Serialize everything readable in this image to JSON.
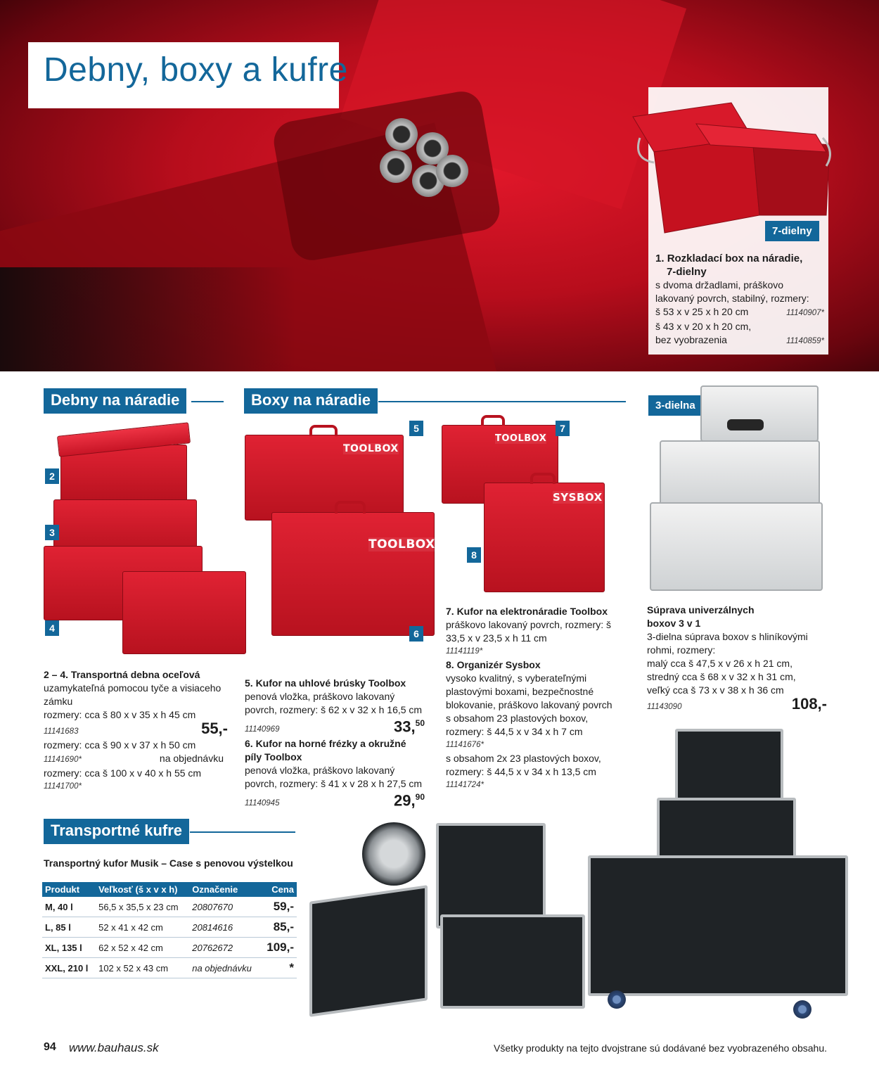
{
  "header": {
    "title": "Debny, boxy a kufre"
  },
  "item1": {
    "badge": "7-dielny",
    "number": "1.",
    "name_line1": "Rozkladací box na náradie,",
    "name_line2": "7-dielny",
    "desc": "s dvoma držadlami, práškovo lakovaný povrch, stabilný, rozmery:",
    "variants": [
      {
        "dims": "š 53 x v 25 x h 20 cm",
        "code": "11140907*"
      },
      {
        "dims": "š 43 x v 20 x h 20 cm,",
        "dims2": "bez vyobrazenia",
        "code": "11140859*"
      }
    ]
  },
  "sections": {
    "debny": "Debny na náradie",
    "boxy": "Boxy na náradie",
    "kufre": "Transportné kufre"
  },
  "tags": {
    "n2": "2",
    "n3": "3",
    "n4": "4",
    "n5": "5",
    "n6": "6",
    "n7": "7",
    "n8": "8",
    "dielna3": "3-dielna"
  },
  "box_labels": {
    "toolbox": "TOOLBOX",
    "sysbox": "SYSBOX"
  },
  "debna": {
    "title": "2 – 4. Transportná debna oceľová",
    "desc": "uzamykateľná pomocou tyče a visiaceho zámku",
    "rows": [
      {
        "dims": "rozmery: cca š 80 x v 35 x h 45 cm",
        "code": "11141683",
        "price": "55,-"
      },
      {
        "dims": "rozmery: cca š 90 x v 37 x h 50 cm",
        "code": "11141690*",
        "note": "na objednávku"
      },
      {
        "dims": "rozmery: cca š 100 x v 40 x h 55 cm",
        "code": "11141700*"
      }
    ]
  },
  "item5": {
    "title": "5. Kufor na uhlové brúsky Toolbox",
    "desc": "penová vložka, práškovo lakovaný povrch, rozmery: š 62 x v 32 x h 16,5 cm",
    "code": "11140969",
    "price_main": "33,",
    "price_cents": "50"
  },
  "item6": {
    "title": "6. Kufor na horné frézky a okružné píly Toolbox",
    "desc": "penová vložka, práškovo lakovaný povrch, rozmery: š 41 x v 28 x h 27,5 cm",
    "code": "11140945",
    "price_main": "29,",
    "price_cents": "90"
  },
  "item7": {
    "title": "7. Kufor na elektronáradie Toolbox",
    "desc": "práškovo lakovaný povrch, rozmery: š 33,5 x v 23,5 x h 11 cm",
    "code": "11141119*"
  },
  "item8": {
    "title": "8. Organizér Sysbox",
    "desc": "vysoko kvalitný, s vyberateľnými plastovými boxami, bezpečnostné blokovanie, práškovo lakovaný povrch",
    "v1_desc": "s obsahom 23 plastových boxov, rozmery: š 44,5 x v 34 x h 7 cm",
    "v1_code": "11141676*",
    "v2_desc": "s obsahom 2x 23 plastových boxov, rozmery: š 44,5 x v 34 x h 13,5 cm",
    "v2_code": "11141724*"
  },
  "suprava": {
    "title_line1": "Súprava univerzálnych",
    "title_line2": "boxov 3 v 1",
    "desc": "3-dielna súprava boxov s hliníkovými rohmi, rozmery:",
    "sizes": [
      "malý cca š 47,5 x v 26 x h 21 cm,",
      "stredný cca š 68 x v 32 x h 31 cm,",
      "veľký cca š 73 x v 38 x h 36 cm"
    ],
    "code": "11143090",
    "price": "108,-"
  },
  "musik": {
    "subtitle": "Transportný kufor Musik – Case s penovou výstelkou",
    "headers": [
      "Produkt",
      "Veľkosť (š x v x h)",
      "Označenie",
      "Cena"
    ],
    "rows": [
      {
        "produkt": "M, 40 l",
        "velkost": "56,5 x 35,5 x 23 cm",
        "oznacenie": "20807670",
        "cena": "59,-"
      },
      {
        "produkt": "L, 85 l",
        "velkost": "52 x 41 x 42 cm",
        "oznacenie": "20814616",
        "cena": "85,-"
      },
      {
        "produkt": "XL, 135 l",
        "velkost": "62 x 52 x 42 cm",
        "oznacenie": "20762672",
        "cena": "109,-"
      },
      {
        "produkt": "XXL, 210 l",
        "velkost": "102 x 52 x 43 cm",
        "oznacenie": "na objednávku",
        "cena": "*"
      }
    ]
  },
  "footer": {
    "page": "94",
    "url": "www.bauhaus.sk",
    "note": "Všetky produkty na tejto dvojstrane sú dodávané bez vyobrazeného obsahu."
  }
}
